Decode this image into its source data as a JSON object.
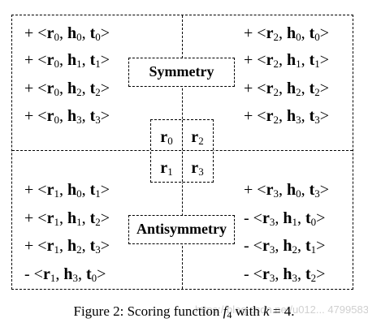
{
  "labels": {
    "symmetry": "Symmetry",
    "antisymmetry": "Antisymmetry"
  },
  "center": [
    {
      "r": "r",
      "sub": "0"
    },
    {
      "r": "r",
      "sub": "2"
    },
    {
      "r": "r",
      "sub": "1"
    },
    {
      "r": "r",
      "sub": "3"
    }
  ],
  "quadrants": {
    "top_left": [
      {
        "sign": "+",
        "r": "0",
        "h": "0",
        "t": "0"
      },
      {
        "sign": "+",
        "r": "0",
        "h": "1",
        "t": "1"
      },
      {
        "sign": "+",
        "r": "0",
        "h": "2",
        "t": "2"
      },
      {
        "sign": "+",
        "r": "0",
        "h": "3",
        "t": "3"
      }
    ],
    "top_right": [
      {
        "sign": "+",
        "r": "2",
        "h": "0",
        "t": "0"
      },
      {
        "sign": "+",
        "r": "2",
        "h": "1",
        "t": "1"
      },
      {
        "sign": "+",
        "r": "2",
        "h": "2",
        "t": "2"
      },
      {
        "sign": "+",
        "r": "2",
        "h": "3",
        "t": "3"
      }
    ],
    "bottom_left": [
      {
        "sign": "+",
        "r": "1",
        "h": "0",
        "t": "1"
      },
      {
        "sign": "+",
        "r": "1",
        "h": "1",
        "t": "2"
      },
      {
        "sign": "+",
        "r": "1",
        "h": "2",
        "t": "3"
      },
      {
        "sign": "-",
        "r": "1",
        "h": "3",
        "t": "0"
      }
    ],
    "bottom_right": [
      {
        "sign": "+",
        "r": "3",
        "h": "0",
        "t": "3"
      },
      {
        "sign": "-",
        "r": "3",
        "h": "1",
        "t": "0"
      },
      {
        "sign": "-",
        "r": "3",
        "h": "2",
        "t": "1"
      },
      {
        "sign": "-",
        "r": "3",
        "h": "3",
        "t": "2"
      }
    ]
  },
  "caption": {
    "prefix": "Figure 2: Scoring function ",
    "func": "f",
    "func_sub": "4",
    "middle": " with ",
    "var": "k",
    "suffix": " = 4."
  },
  "watermark": "https://blog.csdn.net/u012... 47995835"
}
